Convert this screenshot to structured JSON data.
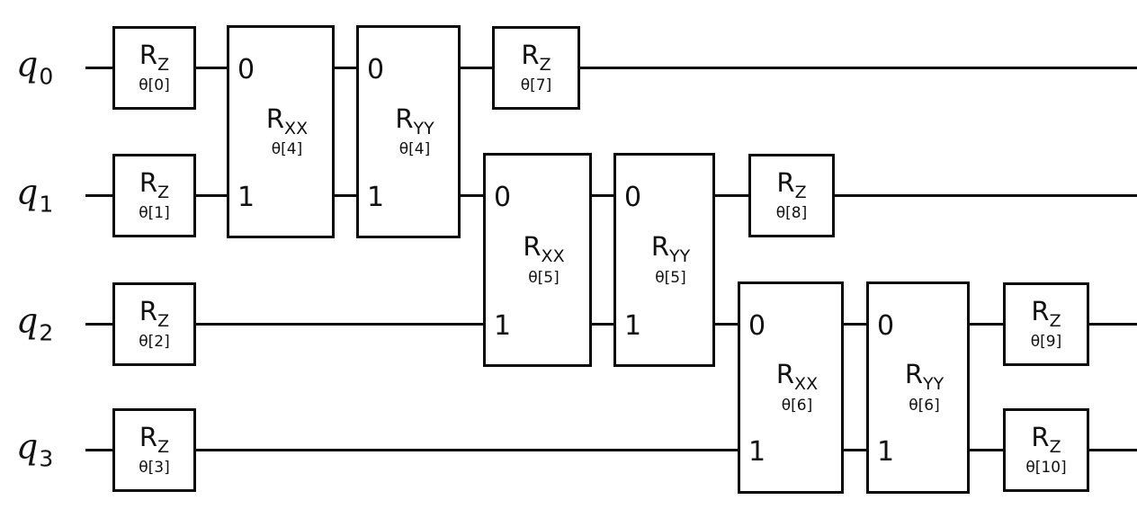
{
  "diagram": {
    "type": "quantum-circuit",
    "background_color": "#ffffff",
    "line_color": "#0a0a0a",
    "box_fill": "#ffffff"
  },
  "qubits": [
    {
      "label": "q",
      "sub": "0"
    },
    {
      "label": "q",
      "sub": "1"
    },
    {
      "label": "q",
      "sub": "2"
    },
    {
      "label": "q",
      "sub": "3"
    }
  ],
  "gates": [
    {
      "type": "rz",
      "name": "R",
      "sub": "Z",
      "param": "θ[0]"
    },
    {
      "type": "rz",
      "name": "R",
      "sub": "Z",
      "param": "θ[1]"
    },
    {
      "type": "rz",
      "name": "R",
      "sub": "Z",
      "param": "θ[2]"
    },
    {
      "type": "rz",
      "name": "R",
      "sub": "Z",
      "param": "θ[3]"
    },
    {
      "type": "rxx",
      "name": "R",
      "sub": "XX",
      "param": "θ[4]",
      "port0": "0",
      "port1": "1"
    },
    {
      "type": "ryy",
      "name": "R",
      "sub": "YY",
      "param": "θ[4]",
      "port0": "0",
      "port1": "1"
    },
    {
      "type": "rz",
      "name": "R",
      "sub": "Z",
      "param": "θ[7]"
    },
    {
      "type": "rxx",
      "name": "R",
      "sub": "XX",
      "param": "θ[5]",
      "port0": "0",
      "port1": "1"
    },
    {
      "type": "ryy",
      "name": "R",
      "sub": "YY",
      "param": "θ[5]",
      "port0": "0",
      "port1": "1"
    },
    {
      "type": "rz",
      "name": "R",
      "sub": "Z",
      "param": "θ[8]"
    },
    {
      "type": "rxx",
      "name": "R",
      "sub": "XX",
      "param": "θ[6]",
      "port0": "0",
      "port1": "1"
    },
    {
      "type": "ryy",
      "name": "R",
      "sub": "YY",
      "param": "θ[6]",
      "port0": "0",
      "port1": "1"
    },
    {
      "type": "rz",
      "name": "R",
      "sub": "Z",
      "param": "θ[9]"
    },
    {
      "type": "rz",
      "name": "R",
      "sub": "Z",
      "param": "θ[10]"
    }
  ]
}
